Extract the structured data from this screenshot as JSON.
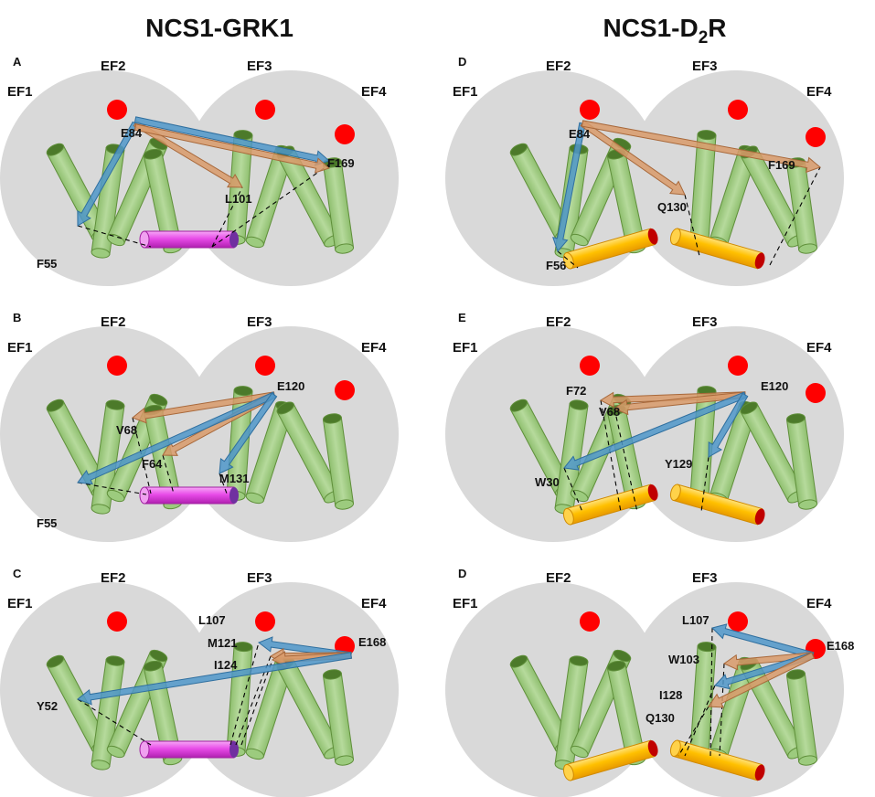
{
  "titles": {
    "left": "NCS1-GRK1",
    "right_main": "NCS1-D",
    "right_sub": "2",
    "right_tail": "R"
  },
  "ef_labels": [
    "EF1",
    "EF2",
    "EF3",
    "EF4"
  ],
  "colors": {
    "lobe": "#d9d9d9",
    "helix_fill": "#a8d08d",
    "helix_edge": "#5f8f3a",
    "helix_top": "#4c7a2a",
    "ion": "#ff0000",
    "peptide_grk1": "#e84be8",
    "peptide_grk1_end": "#7030a0",
    "peptide_d2r": "#ffc000",
    "peptide_d2r_end": "#c00000",
    "arrow_blue": "#4f97c9",
    "arrow_orange": "#d89a6a"
  },
  "panels": [
    {
      "id": "A",
      "peptide": "grk1",
      "residues": [
        "E84",
        "F55",
        "L101",
        "F169"
      ],
      "edges": [
        {
          "from": "E84",
          "to": "F55",
          "color": "blue"
        },
        {
          "from": "E84",
          "to": "L101",
          "color": "orange"
        },
        {
          "from": "E84",
          "to": "F169",
          "color": "blue"
        },
        {
          "from": "E84",
          "to": "F169",
          "color": "orange"
        }
      ]
    },
    {
      "id": "B",
      "peptide": "grk1",
      "residues": [
        "E120",
        "V68",
        "F64",
        "F55",
        "M131"
      ],
      "edges": [
        {
          "from": "E120",
          "to": "V68",
          "color": "orange"
        },
        {
          "from": "E120",
          "to": "F64",
          "color": "orange"
        },
        {
          "from": "E120",
          "to": "F55",
          "color": "blue"
        },
        {
          "from": "E120",
          "to": "M131",
          "color": "blue"
        }
      ]
    },
    {
      "id": "C",
      "peptide": "grk1",
      "residues": [
        "E168",
        "L107",
        "M121",
        "I124",
        "Y52"
      ],
      "edges": [
        {
          "from": "E168",
          "to": "L107",
          "color": "blue"
        },
        {
          "from": "E168",
          "to": "M121",
          "color": "orange"
        },
        {
          "from": "E168",
          "to": "I124",
          "color": "orange"
        },
        {
          "from": "E168",
          "to": "Y52",
          "color": "blue"
        }
      ]
    },
    {
      "id": "D",
      "peptide": "d2r",
      "residues": [
        "E84",
        "F56",
        "Q130",
        "F169"
      ],
      "edges": [
        {
          "from": "E84",
          "to": "F56",
          "color": "blue"
        },
        {
          "from": "E84",
          "to": "Q130",
          "color": "orange"
        },
        {
          "from": "E84",
          "to": "F169",
          "color": "orange"
        }
      ]
    },
    {
      "id": "E",
      "peptide": "d2r",
      "residues": [
        "E120",
        "F72",
        "V68",
        "W30",
        "Y129"
      ],
      "edges": [
        {
          "from": "E120",
          "to": "F72",
          "color": "orange"
        },
        {
          "from": "E120",
          "to": "V68",
          "color": "orange"
        },
        {
          "from": "E120",
          "to": "W30",
          "color": "blue"
        },
        {
          "from": "E120",
          "to": "Y129",
          "color": "blue"
        }
      ]
    },
    {
      "id": "D",
      "peptide": "d2r",
      "residues": [
        "E168",
        "L107",
        "W103",
        "I128",
        "Q130"
      ],
      "edges": [
        {
          "from": "E168",
          "to": "L107",
          "color": "blue"
        },
        {
          "from": "E168",
          "to": "W103",
          "color": "orange"
        },
        {
          "from": "E168",
          "to": "I128",
          "color": "blue"
        },
        {
          "from": "E168",
          "to": "Q130",
          "color": "orange"
        }
      ]
    }
  ]
}
